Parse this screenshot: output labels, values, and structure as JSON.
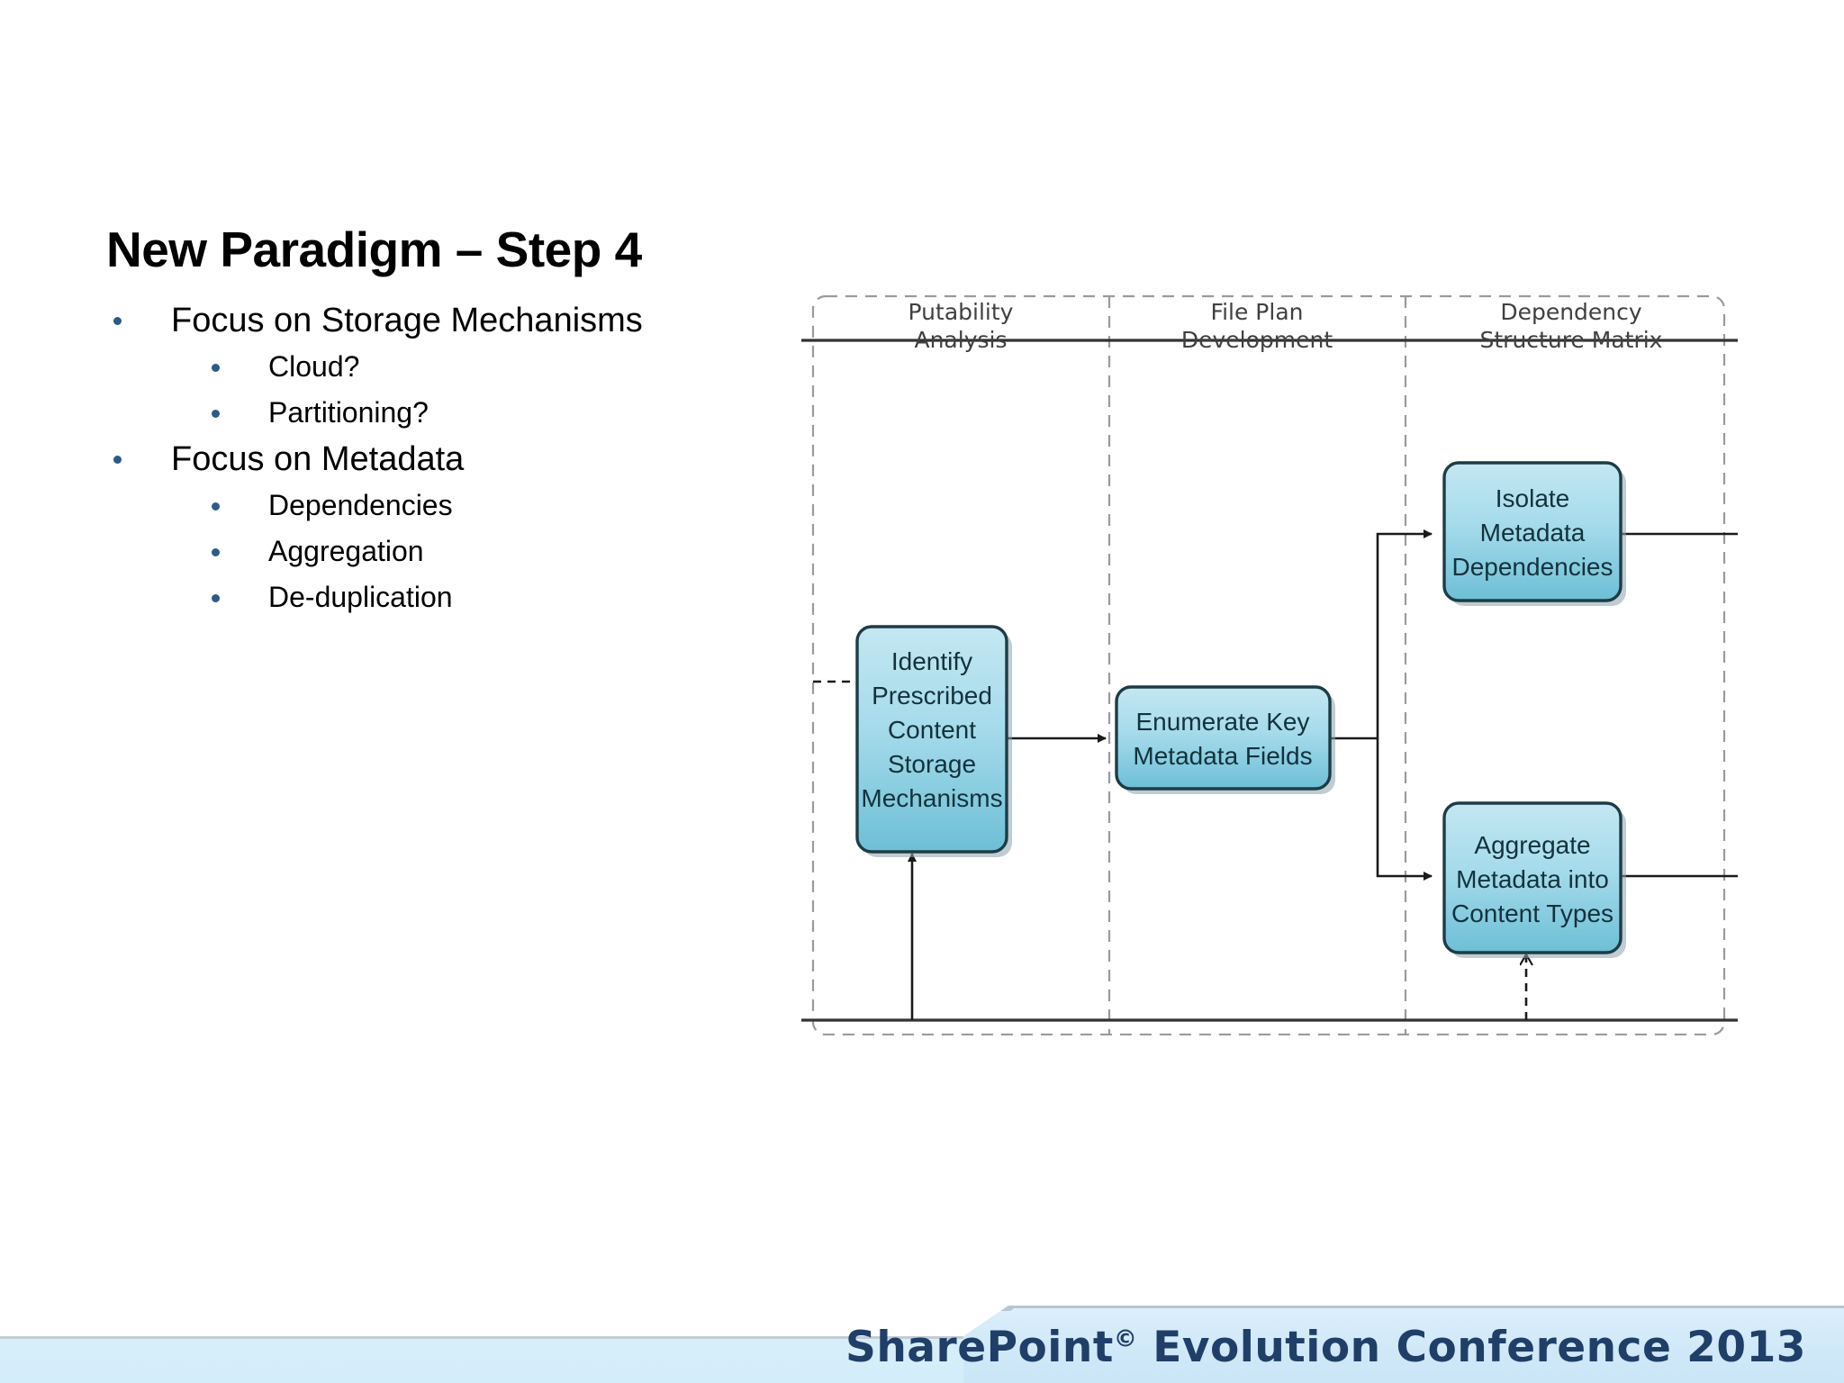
{
  "slide": {
    "title": "New Paradigm – Step 4",
    "background_color": "#ffffff"
  },
  "bullets": [
    {
      "level": 1,
      "text": "Focus on Storage Mechanisms"
    },
    {
      "level": 2,
      "text": "Cloud?"
    },
    {
      "level": 2,
      "text": "Partitioning?"
    },
    {
      "level": 1,
      "text": "Focus on Metadata"
    },
    {
      "level": 2,
      "text": "Dependencies"
    },
    {
      "level": 2,
      "text": "Aggregation"
    },
    {
      "level": 2,
      "text": "De-duplication"
    }
  ],
  "bullet_marker_color": "#2e5a85",
  "diagram": {
    "type": "swimlane-flowchart",
    "lanes": [
      {
        "id": "lane-putability-analysis",
        "line1": "Putability",
        "line2": "Analysis"
      },
      {
        "id": "lane-file-plan-development",
        "line1": "File Plan",
        "line2": "Development"
      },
      {
        "id": "lane-dependency-structure-matrix",
        "line1": "Dependency",
        "line2": "Structure Matrix"
      }
    ],
    "nodes": [
      {
        "id": "node-identify-prescribed",
        "lane": "lane-putability-analysis",
        "lines": [
          "Identify",
          "Prescribed",
          "Content",
          "Storage",
          "Mechanisms"
        ]
      },
      {
        "id": "node-enumerate-key-metadata",
        "lane": "lane-file-plan-development",
        "lines": [
          "Enumerate Key",
          "Metadata Fields"
        ]
      },
      {
        "id": "node-isolate-metadata-dependencies",
        "lane": "lane-dependency-structure-matrix",
        "lines": [
          "Isolate",
          "Metadata",
          "Dependencies"
        ]
      },
      {
        "id": "node-aggregate-metadata-content-types",
        "lane": "lane-dependency-structure-matrix",
        "lines": [
          "Aggregate",
          "Metadata into",
          "Content Types"
        ]
      }
    ],
    "node_fill_top": "#bfe4f0",
    "node_fill_bottom": "#6fc0d6",
    "node_border_color": "#1d3c46",
    "lane_border_color": "#9a9a9a",
    "connector_color": "#1a1a1a"
  },
  "footer": {
    "brand": "SharePoint",
    "brand_mark": "©",
    "suffix": " Evolution Conference 2013",
    "text_color": "#1f3f68",
    "band_color": "#d4edfa"
  }
}
